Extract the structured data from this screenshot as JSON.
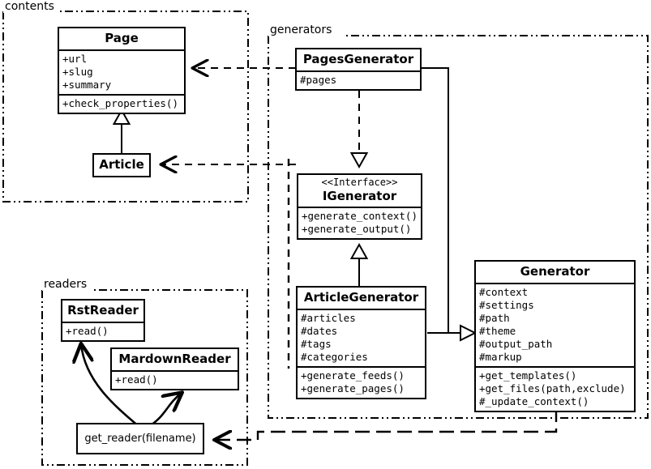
{
  "diagram": {
    "kind": "uml-class-diagram",
    "stroke_color": "#000000",
    "background_color": "#ffffff"
  },
  "packages": [
    {
      "id": "contents",
      "label": "contents"
    },
    {
      "id": "generators",
      "label": "generators"
    },
    {
      "id": "readers",
      "label": "readers"
    }
  ],
  "classes": {
    "page": {
      "name": "Page",
      "attributes": [
        "+url",
        "+slug",
        "+summary"
      ],
      "methods": [
        "+check_properties()"
      ]
    },
    "article": {
      "name": "Article",
      "attributes": [],
      "methods": []
    },
    "pages_generator": {
      "name": "PagesGenerator",
      "attributes": [
        "#pages"
      ],
      "methods": []
    },
    "igenerator": {
      "stereotype": "<<Interface>>",
      "name": "IGenerator",
      "attributes": [],
      "methods": [
        "+generate_context()",
        "+generate_output()"
      ]
    },
    "article_generator": {
      "name": "ArticleGenerator",
      "attributes": [
        "#articles",
        "#dates",
        "#tags",
        "#categories"
      ],
      "methods": [
        "+generate_feeds()",
        "+generate_pages()"
      ]
    },
    "generator": {
      "name": "Generator",
      "attributes": [
        "#context",
        "#settings",
        "#path",
        "#theme",
        "#output_path",
        "#markup"
      ],
      "methods": [
        "+get_templates()",
        "+get_files(path,exclude)",
        "#_update_context()"
      ]
    },
    "rst_reader": {
      "name": "RstReader",
      "attributes": [],
      "methods": [
        "+read()"
      ]
    },
    "mardown_reader": {
      "name": "MardownReader",
      "attributes": [],
      "methods": [
        "+read()"
      ]
    },
    "get_reader": {
      "name": "get_reader(filename)"
    }
  },
  "relationships": [
    {
      "id": "article-inherits-page",
      "type": "generalization",
      "from": "Article",
      "to": "Page"
    },
    {
      "id": "pagesgen-uses-page",
      "type": "dependency",
      "from": "PagesGenerator",
      "to": "Page"
    },
    {
      "id": "articlegen-uses-article",
      "type": "dependency",
      "from": "ArticleGenerator",
      "to": "Article"
    },
    {
      "id": "pagesgen-realizes-igenerator",
      "type": "realization",
      "from": "PagesGenerator",
      "to": "IGenerator"
    },
    {
      "id": "articlegen-realizes-igen",
      "type": "realization",
      "from": "ArticleGenerator",
      "to": "IGenerator"
    },
    {
      "id": "pagesgen-inherits-generator",
      "type": "generalization",
      "from": "PagesGenerator",
      "to": "Generator"
    },
    {
      "id": "articlegen-inherits-gen",
      "type": "generalization",
      "from": "ArticleGenerator",
      "to": "Generator"
    },
    {
      "id": "generator-uses-get-reader",
      "type": "dependency",
      "from": "Generator",
      "to": "get_reader(filename)"
    },
    {
      "id": "get-reader-returns-rst",
      "type": "association",
      "from": "get_reader(filename)",
      "to": "RstReader"
    },
    {
      "id": "get-reader-returns-mardown",
      "type": "association",
      "from": "get_reader(filename)",
      "to": "MardownReader"
    }
  ]
}
